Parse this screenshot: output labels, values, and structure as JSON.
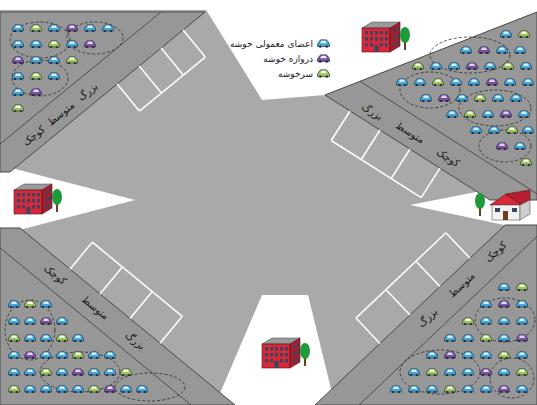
{
  "diagram": {
    "labels": [
      "بزرگ",
      "متوسط",
      "کوچک",
      "بزرگ",
      "متوسط",
      "کوچک",
      "کوچک",
      "متوسط",
      "بزرگ",
      "کوچک",
      "متوسط",
      "بزرگ"
    ],
    "legend": [
      {
        "text": "اعضای معمولی خوشه",
        "color": "#3ea6dc"
      },
      {
        "text": "دروازه خوشه",
        "color": "#7b4fa6"
      },
      {
        "text": "سرخوشه",
        "color": "#9bc45a"
      }
    ]
  }
}
